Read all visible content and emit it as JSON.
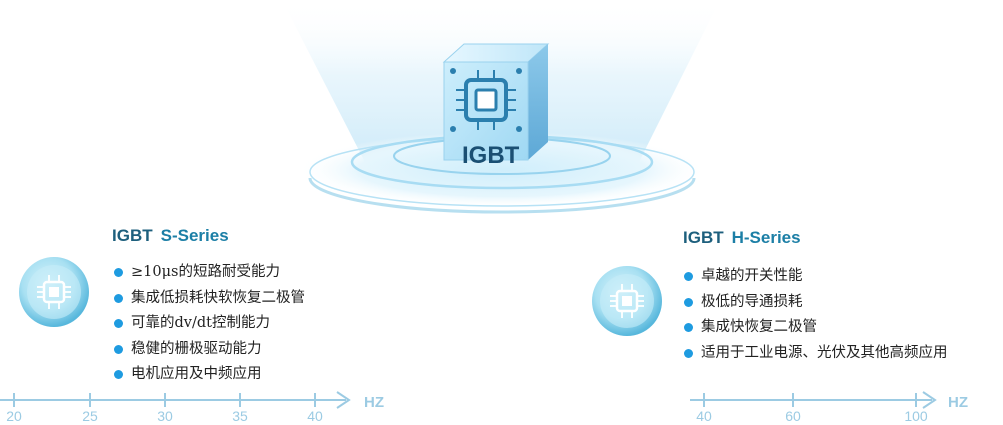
{
  "chip": {
    "label": "IGBT"
  },
  "colors": {
    "accent": "#1e9be0",
    "title": "#1c7fa6",
    "axis": "#9ccbe3"
  },
  "s_series": {
    "brand": "IGBT",
    "name": "S-Series",
    "icon": "chip-icon",
    "features": [
      "≥10μs的短路耐受能力",
      "集成低损耗快软恢复二极管",
      "可靠的dv/dt控制能力",
      "稳健的栅极驱动能力",
      "电机应用及中频应用"
    ],
    "axis": {
      "ticks": [
        "20",
        "25",
        "30",
        "35",
        "40"
      ],
      "unit": "HZ"
    }
  },
  "h_series": {
    "brand": "IGBT",
    "name": "H-Series",
    "icon": "chip-icon",
    "features": [
      "卓越的开关性能",
      "极低的导通损耗",
      "集成快恢复二极管",
      "适用于工业电源、光伏及其他高频应用"
    ],
    "axis": {
      "ticks": [
        "40",
        "60",
        "100"
      ],
      "unit": "HZ"
    }
  }
}
